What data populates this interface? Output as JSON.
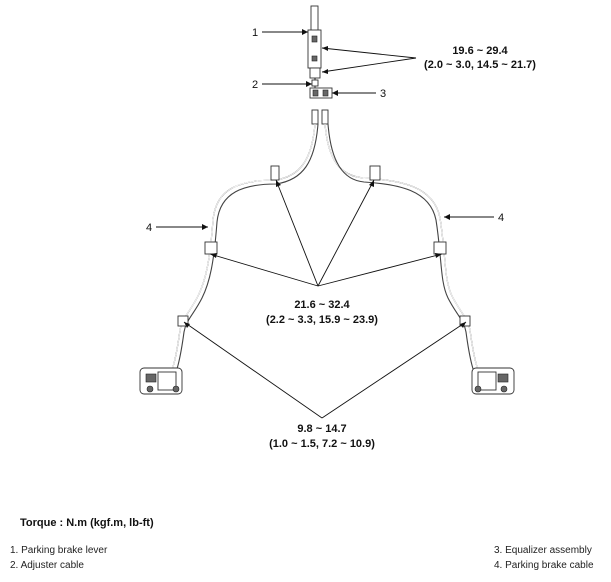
{
  "callouts": {
    "c1": "1",
    "c2": "2",
    "c3": "3",
    "c4_left": "4",
    "c4_right": "4"
  },
  "torques": {
    "top": {
      "nm": "19.6 ~ 29.4",
      "alt": "(2.0 ~ 3.0, 14.5 ~ 21.7)"
    },
    "middle": {
      "nm": "21.6 ~ 32.4",
      "alt": "(2.2 ~ 3.3, 15.9 ~ 23.9)"
    },
    "bottom": {
      "nm": "9.8 ~ 14.7",
      "alt": "(1.0 ~ 1.5, 7.2 ~ 10.9)"
    }
  },
  "torque_heading": "Torque : N.m (kgf.m, lb-ft)",
  "legend": {
    "item1": "1. Parking brake lever",
    "item2": "2. Adjuster cable",
    "item3": "3. Equalizer assembly",
    "item4": "4. Parking brake cable"
  }
}
